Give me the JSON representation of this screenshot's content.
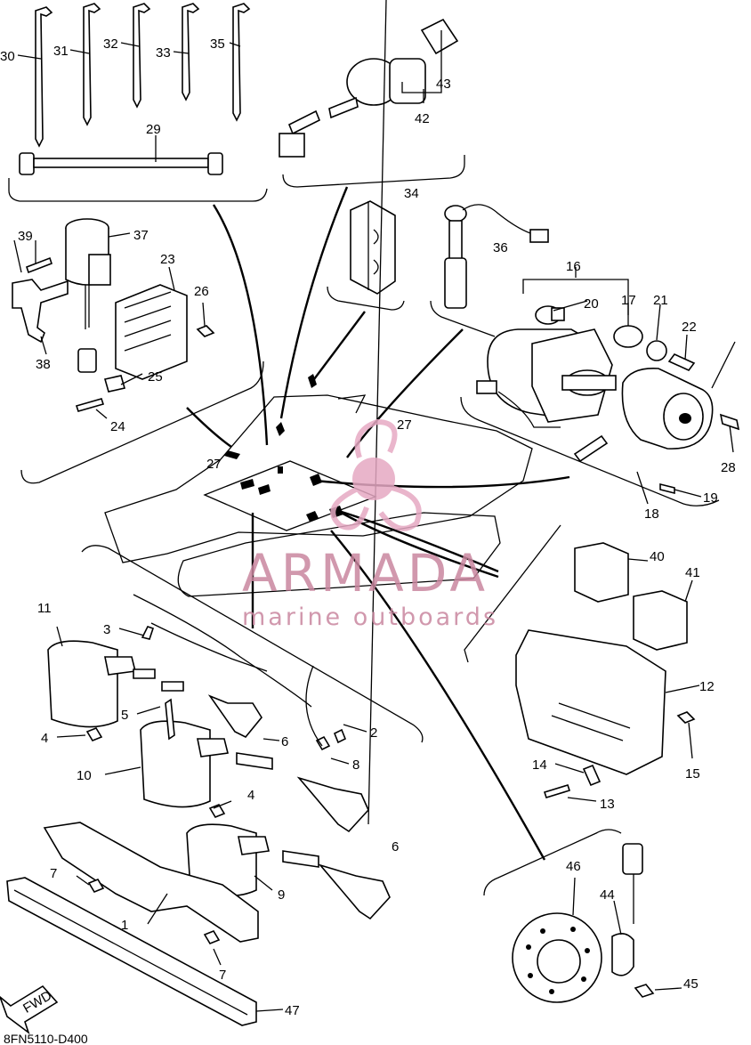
{
  "diagram": {
    "drawing_code": "8FN5110-D400",
    "fwd_label": "FWD",
    "watermark": {
      "brand": "ARMADA",
      "tagline": "marine outboards",
      "color": "#c9869f",
      "logo_color": "#e6a9c3"
    },
    "callouts": [
      "30",
      "31",
      "32",
      "33",
      "35",
      "29",
      "42",
      "43",
      "34",
      "36",
      "16",
      "20",
      "17",
      "21",
      "22",
      "28",
      "19",
      "18",
      "39",
      "37",
      "23",
      "26",
      "38",
      "25",
      "24",
      "27",
      "27",
      "40",
      "41",
      "12",
      "15",
      "14",
      "13",
      "11",
      "3",
      "5",
      "2",
      "6",
      "8",
      "4",
      "10",
      "4",
      "6",
      "9",
      "7",
      "1",
      "7",
      "47",
      "46",
      "44",
      "45"
    ]
  }
}
